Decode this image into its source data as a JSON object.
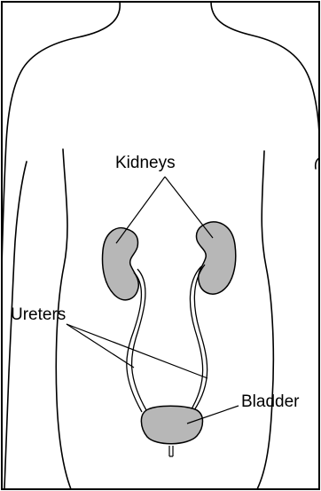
{
  "labels": {
    "kidneys": "Kidneys",
    "ureters": "Ureters",
    "bladder": "Bladder"
  },
  "colors": {
    "outline": "#000000",
    "organ_fill": "#b7b7b7",
    "background": "#ffffff"
  }
}
